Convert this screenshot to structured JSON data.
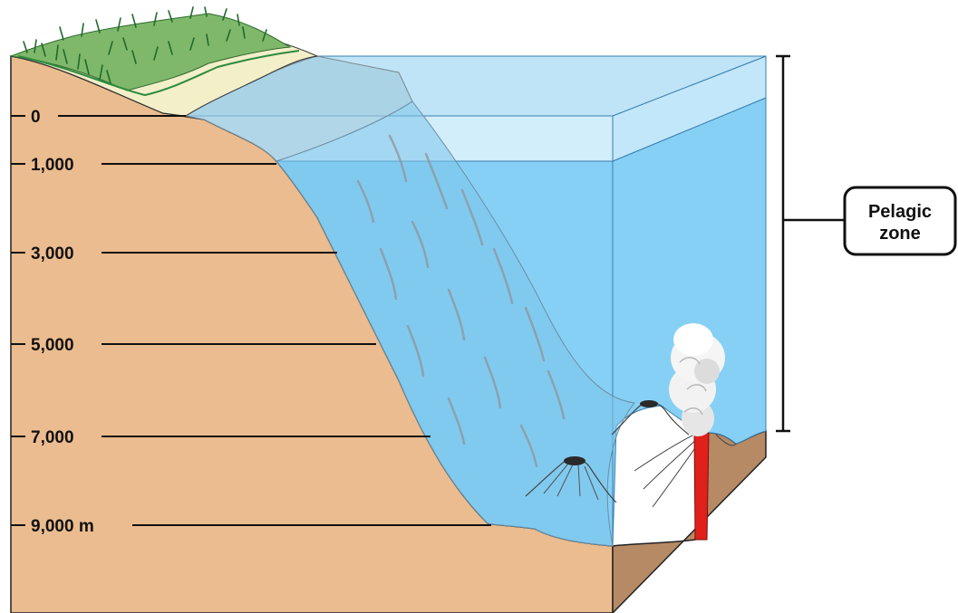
{
  "depth_scale": {
    "labels": [
      "0",
      "1,000",
      "3,000",
      "5,000",
      "7,000",
      "9,000 m"
    ]
  },
  "zone_callout": {
    "line1": "Pelagic",
    "line2": "zone"
  },
  "colors": {
    "land": "#EBBC8F",
    "land_side": "#B58A65",
    "water_deep": "#86D0F5",
    "water_shallow": "#D2EEFB",
    "grass": "#2E8B3E",
    "beach": "#F3EFC9",
    "lava": "#E0201B"
  }
}
